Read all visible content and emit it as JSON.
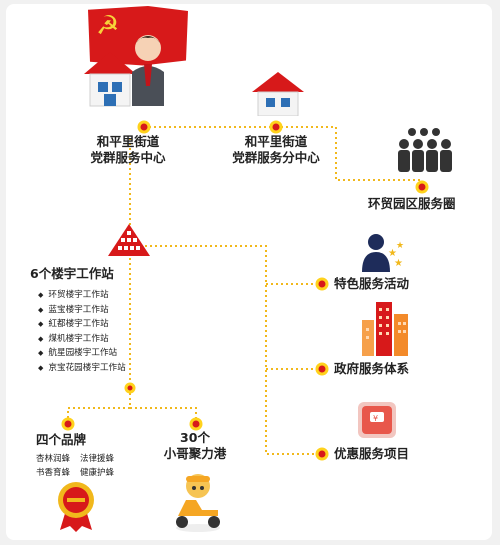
{
  "nodes": {
    "center_line1": "和平里街道",
    "center_line2": "党群服务中心",
    "sub_line1": "和平里街道",
    "sub_line2": "党群服务分中心",
    "circle": "环贸园区服务圈",
    "stations": "6个楼宇工作站",
    "brands": "四个品牌",
    "hub_line1": "30个",
    "hub_line2": "小哥聚力港",
    "activities": "特色服务活动",
    "gov": "政府服务体系",
    "discount": "优惠服务项目"
  },
  "stations_list": [
    "环贸楼宇工作站",
    "蓝宝楼宇工作站",
    "紅都楼宇工作站",
    "煤机楼宇工作站",
    "航星园楼宇工作站",
    "京宝花园楼宇工作站"
  ],
  "brand_items": [
    "杏林润蜂",
    "法律援蜂",
    "书香育蜂",
    "健康护蜂"
  ],
  "colors": {
    "red": "#d7191a",
    "gold": "#f1b81c",
    "dot_yellow": "#ffd21c",
    "dark": "#222222"
  }
}
